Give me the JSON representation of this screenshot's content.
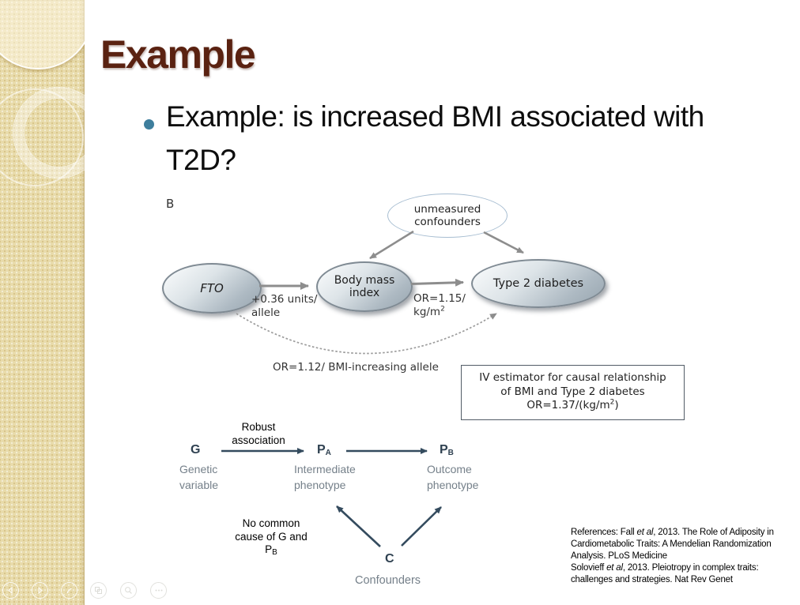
{
  "slide": {
    "title": "Example",
    "bullet_line1": "Example: is increased BMI associated with",
    "bullet_line2": "T2D?"
  },
  "diagram_top": {
    "panel_label": "B",
    "confounders_node_line1": "unmeasured",
    "confounders_node_line2": "confounders",
    "fto_node": "FTO",
    "bmi_node_line1": "Body mass",
    "bmi_node_line2": "index",
    "t2d_node": "Type 2 diabetes",
    "fto_bmi_label_line1": "+0.36 units/",
    "fto_bmi_label_line2": "allele",
    "bmi_t2d_label_line1": "OR=1.15/",
    "bmi_t2d_label_line2": "kg/m",
    "bmi_t2d_label_sup": "2",
    "fto_t2d_label": "OR=1.12/ BMI-increasing allele",
    "iv_box_line1": "IV estimator for causal relationship",
    "iv_box_line2": "of BMI and Type 2 diabetes",
    "iv_box_line3_pre": "OR=1.37/(kg/m",
    "iv_box_line3_sup": "2",
    "iv_box_line3_post": ")"
  },
  "diagram_bottom": {
    "robust_label_line1": "Robust",
    "robust_label_line2": "association",
    "g_node": "G",
    "g_caption_line1": "Genetic",
    "g_caption_line2": "variable",
    "pa_node_main": "P",
    "pa_node_sub": "A",
    "pa_caption_line1": "Intermediate",
    "pa_caption_line2": "phenotype",
    "pb_node_main": "P",
    "pb_node_sub": "B",
    "pb_caption_line1": "Outcome",
    "pb_caption_line2": "phenotype",
    "no_common_line1": "No common",
    "no_common_line2": "cause of G and",
    "no_common_line3_main": "P",
    "no_common_line3_sub": "B",
    "c_node": "C",
    "c_caption": "Confounders"
  },
  "references": {
    "line1_pre": "References: Fall ",
    "line1_italic": "et al",
    "line1_post": ", 2013. The Role of Adiposity in",
    "line2": "Cardiometabolic Traits: A Mendelian Randomization",
    "line3": "Analysis. PLoS Medicine",
    "line4_pre": "Solovieff ",
    "line4_italic": "et al",
    "line4_post": ", 2013. Pleiotropy in complex traits:",
    "line5": "challenges and strategies. Nat Rev Genet"
  },
  "nav": {
    "icons": [
      "previous",
      "next",
      "pen",
      "slides",
      "zoom",
      "more"
    ]
  },
  "colors": {
    "title": "#5A2211",
    "bullet_marker": "#3E7E9D",
    "sidebar": "#E8DBAB",
    "arrow_gray": "#8D8D8D",
    "arrow_slate": "#344B5E",
    "node_border": "#7F8A93"
  }
}
